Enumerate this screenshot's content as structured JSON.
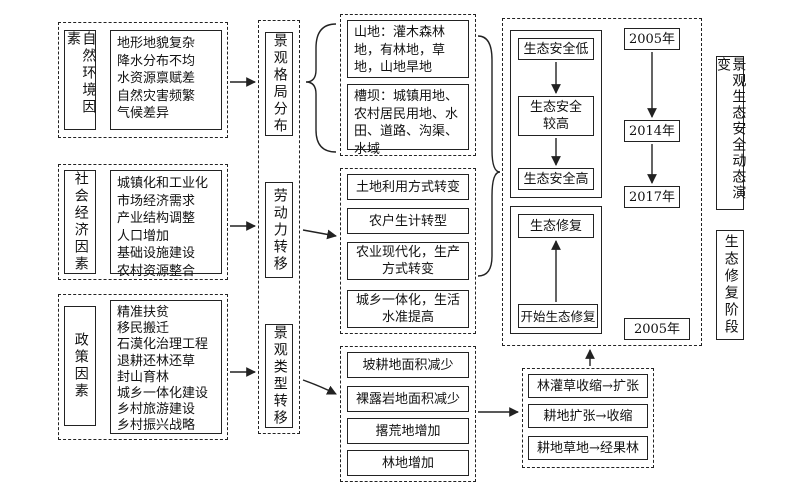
{
  "factors": {
    "natural": {
      "title": "自然环境因素",
      "items": [
        "地形地貌复杂",
        "降水分布不均",
        "水资源禀赋差",
        "自然灾害频繁",
        "气候差异"
      ]
    },
    "socio_economic": {
      "title": "社会经济因素",
      "items": [
        "城镇化和工业化",
        "市场经济需求",
        "产业结构调整",
        "人口增加",
        "基础设施建设",
        "农村资源整合"
      ]
    },
    "policy": {
      "title": "政策因素",
      "items": [
        "精准扶贫",
        "移民搬迁",
        "石漠化治理工程",
        "退耕还林还草",
        "封山育林",
        "城乡一体化建设",
        "乡村旅游建设",
        "乡村振兴战略"
      ]
    }
  },
  "middle": {
    "pattern": "景观格局分布",
    "labor": "劳动力转移",
    "type": "景观类型转移"
  },
  "pattern_details": {
    "mountain": "山地：灌木森林地，有林地，草地，山地旱地",
    "valley": "槽坝：城镇用地、农村居民用地、水田、道路、沟渠、水域"
  },
  "labor_details": [
    "土地利用方式转变",
    "农户生计转型",
    "农业现代化，生产\n方式转变",
    "城乡一体化，生活\n水准提高"
  ],
  "type_details": [
    "坡耕地面积减少",
    "裸露岩地面积减少",
    "撂荒地增加",
    "林地增加"
  ],
  "conversion": [
    "林灌草收缩→扩张",
    "耕地扩张→收缩",
    "耕地草地→经果林"
  ],
  "security": {
    "low": "生态安全低",
    "higher": "生态安全\n较高",
    "high": "生态安全高"
  },
  "restoration": {
    "repair": "生态修复",
    "start": "开始生态修复"
  },
  "timeline": {
    "years": [
      "2005年",
      "2014年",
      "2017年"
    ],
    "restoration_year": "2005年"
  },
  "side_labels": {
    "evolution": "景观生态安全动态演变",
    "restoration_stage": "生态修复阶段"
  }
}
